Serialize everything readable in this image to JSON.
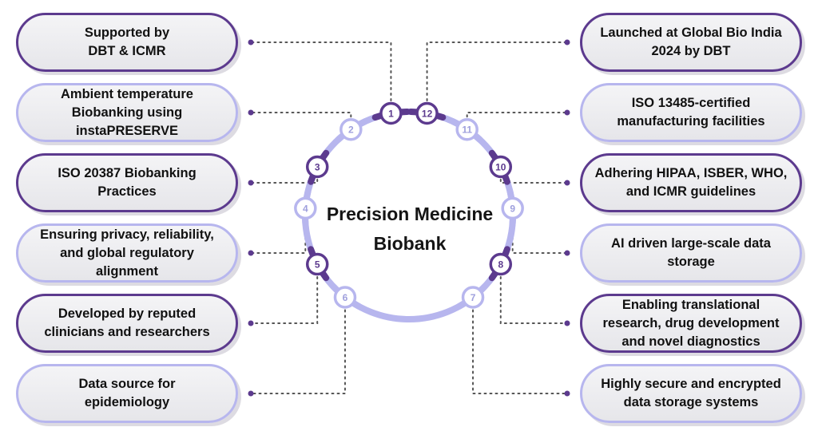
{
  "center_title": "Precision Medicine\nBiobank",
  "colors": {
    "dark_purple": "#5c3a8e",
    "light_purple": "#b7b6ee",
    "pill_fill": "#ececf0",
    "text": "#111111"
  },
  "nodes": [
    {
      "number": "1",
      "label": "Supported by\nDBT & ICMR",
      "tone": "dark"
    },
    {
      "number": "2",
      "label": "Ambient temperature\nBiobanking using\ninstaPRESERVE",
      "tone": "light"
    },
    {
      "number": "3",
      "label": "ISO 20387 Biobanking\nPractices",
      "tone": "dark"
    },
    {
      "number": "4",
      "label": "Ensuring privacy, reliability,\nand global regulatory\nalignment",
      "tone": "light"
    },
    {
      "number": "5",
      "label": "Developed by reputed\nclinicians and researchers",
      "tone": "dark"
    },
    {
      "number": "6",
      "label": "Data source for\nepidemiology",
      "tone": "light"
    },
    {
      "number": "7",
      "label": "Highly secure and encrypted\ndata storage systems",
      "tone": "light"
    },
    {
      "number": "8",
      "label": "Enabling translational\nresearch, drug development\nand novel diagnostics",
      "tone": "dark"
    },
    {
      "number": "9",
      "label": "AI driven large-scale data\nstorage",
      "tone": "light"
    },
    {
      "number": "10",
      "label": "Adhering HIPAA, ISBER, WHO,\nand ICMR guidelines",
      "tone": "dark"
    },
    {
      "number": "11",
      "label": "ISO 13485-certified\nmanufacturing facilities",
      "tone": "light"
    },
    {
      "number": "12",
      "label": "Launched at Global Bio India\n2024 by DBT",
      "tone": "dark"
    }
  ]
}
